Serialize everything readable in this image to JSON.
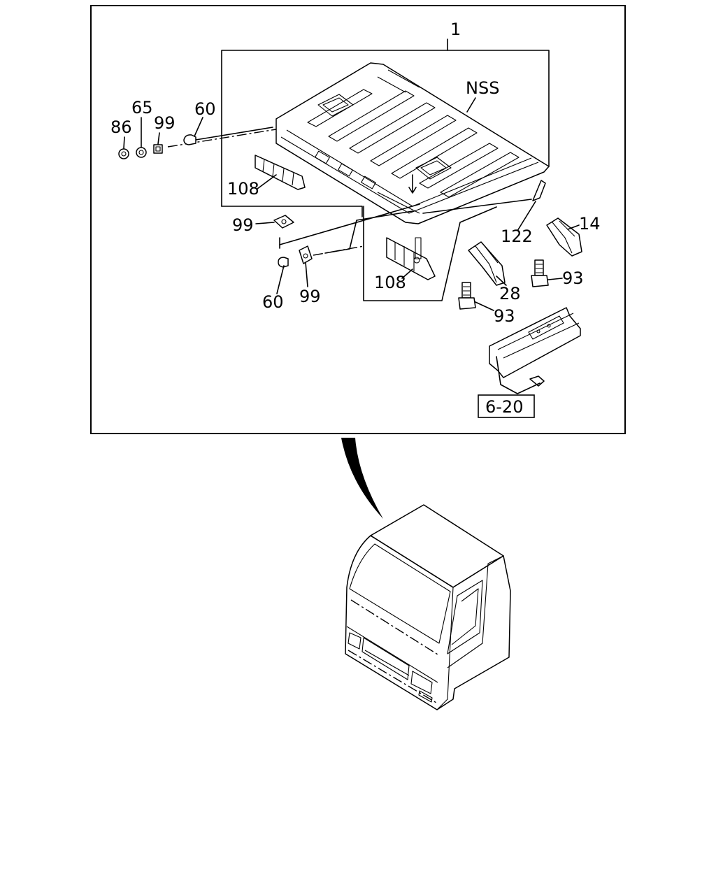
{
  "diagram": {
    "callouts": {
      "assembly": "1",
      "nss": "NSS",
      "nut": "86",
      "washer": "65",
      "clip_upper_left": "99",
      "grommet_upper": "60",
      "pad_left": "108",
      "clip_square": "99",
      "grommet_lower": "60",
      "clip_lower": "99",
      "pad_center": "108",
      "pin": "122",
      "bracket_right": "14",
      "bolt_right": "93",
      "bracket_center": "28",
      "bolt_center": "93",
      "reference": "6-20"
    },
    "icons": {
      "roof_panel": "roof-panel-drawing",
      "truck_cab": "truck-cab-drawing",
      "pointer": "curved-arrow-icon"
    }
  }
}
